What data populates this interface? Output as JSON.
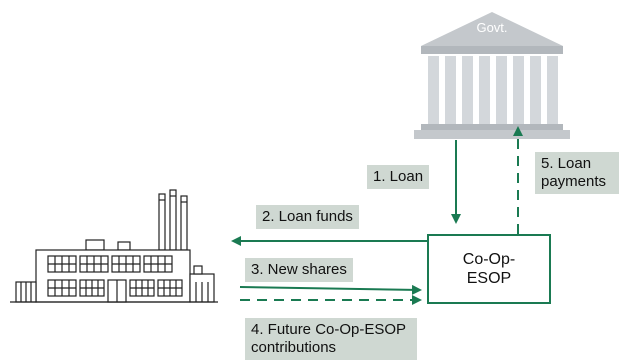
{
  "government": {
    "label": "Govt.",
    "icon": "government-building-icon"
  },
  "factory": {
    "icon": "factory-icon"
  },
  "esop_box": {
    "line1": "Co-Op-",
    "line2": "ESOP"
  },
  "flows": {
    "loan": {
      "label": "1. Loan",
      "style": "solid"
    },
    "loan_funds": {
      "label": "2. Loan funds",
      "style": "solid"
    },
    "new_shares": {
      "label": "3. New shares",
      "style": "solid"
    },
    "future_contributions": {
      "line1": "4. Future Co-Op-ESOP",
      "line2": "contributions",
      "style": "dashed"
    },
    "loan_payments": {
      "line1": "5. Loan",
      "line2": "payments",
      "style": "dashed"
    }
  },
  "colors": {
    "arrow": "#1a7a52",
    "label_bg": "#cfd8d2",
    "building": "#c4c8cc",
    "factory": "#222222"
  }
}
